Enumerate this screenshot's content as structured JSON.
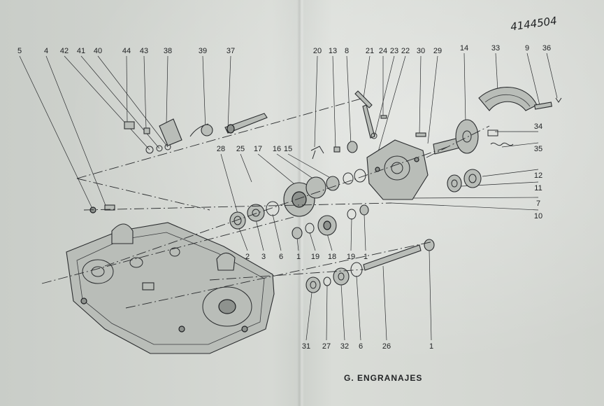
{
  "caption": "G. ENGRANAJES",
  "handwritten_code": "4144504",
  "callouts": [
    "5",
    "4",
    "42",
    "41",
    "40",
    "44",
    "43",
    "38",
    "39",
    "37",
    "20",
    "13",
    "8",
    "21",
    "24",
    "23",
    "22",
    "30",
    "29",
    "14",
    "33",
    "9",
    "36",
    "34",
    "35",
    "28",
    "25",
    "17",
    "16",
    "15",
    "12",
    "11",
    "7",
    "10",
    "2",
    "3",
    "6",
    "1",
    "19",
    "18",
    "19",
    "1",
    "31",
    "27",
    "32",
    "6",
    "26",
    "1"
  ]
}
